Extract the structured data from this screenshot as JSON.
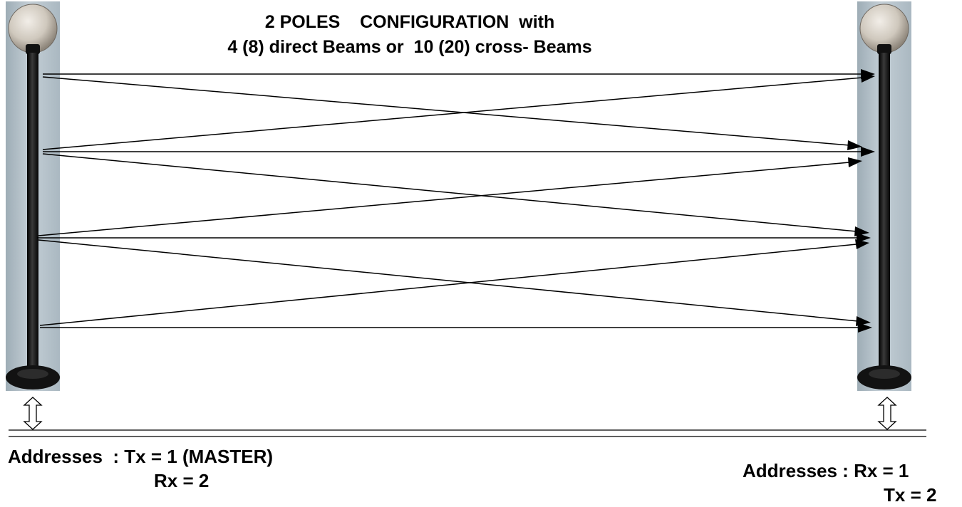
{
  "title": {
    "line1": "2 POLES    CONFIGURATION  with",
    "line2": "4 (8) direct Beams or  10 (20) cross- Beams"
  },
  "poles": [
    {
      "side": "left",
      "name": "pole-left"
    },
    {
      "side": "right",
      "name": "pole-right"
    }
  ],
  "beams": {
    "direct_count": 4,
    "cross_count": 6
  },
  "addresses": {
    "left": {
      "line1": "Addresses  : Tx = 1 (MASTER)",
      "line2": "Rx = 2"
    },
    "right": {
      "line1": "Addresses : Rx = 1",
      "line2": "Tx = 2"
    }
  },
  "colors": {
    "panel": "#b6c3cb",
    "pole": "#111111",
    "globe": "#cfc8bd",
    "beam": "#000000"
  }
}
